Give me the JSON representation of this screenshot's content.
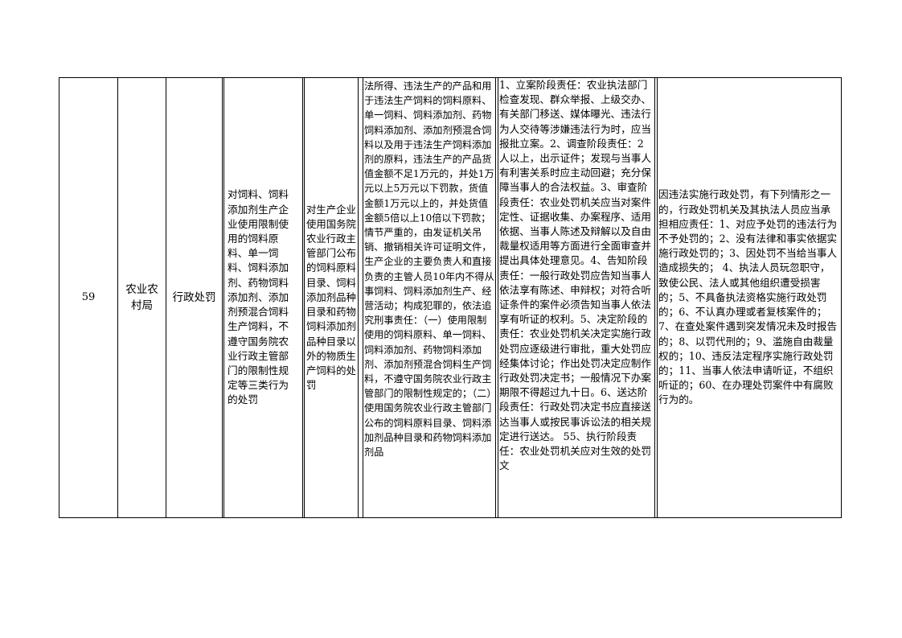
{
  "row": {
    "number": "59",
    "department": "农业农村局",
    "category": "行政处罚",
    "item_name": "对饲料、饲料添加剂生产企业使用限制使用的饲料原料、单一饲料、饲料添加剂、药物饲料添加剂、添加剂预混合饲料生产饲料，不遵守国务院农业行政主管部门的限制性规定等三类行为的处罚",
    "sub_item": "对生产企业使用国务院农业行政主管部门公布的饲料原料目录、饲料添加剂品种目录和药物饲料添加剂品种目录以外的物质生产饲料的处罚",
    "basis": "法所得、违法生产的产品和用于违法生产饲料的饲料原料、单一饲料、饲料添加剂、药物饲料添加剂、添加剂预混合饲料以及用于违法生产饲料添加剂的原料，违法生产的产品货值金额不足1万元的，并处1万元以上5万元以下罚款，货值金额1万元以上的，并处货值金额5倍以上10倍以下罚款；情节严重的，由发证机关吊销、撤销相关许可证明文件，生产企业的主要负责人和直接负责的主管人员10年内不得从事饲料、饲料添加剂生产、经营活动；构成犯罪的，依法追究刑事责任：（一）使用限制使用的饲料原料、单一饲料、饲料添加剂、药物饲料添加剂、添加剂预混合饲料生产饲料，不遵守国务院农业行政主管部门的限制性规定的；（二）使用国务院农业行政主管部门公布的饲料原料目录、饲料添加剂品种目录和药物饲料添加剂品",
    "responsibility": "1、立案阶段责任：农业执法部门检查发现、群众举报、上级交办、有关部门移送、媒体曝光、违法行为人交待等涉嫌违法行为时，应当报批立案。2、调查阶段责任：2人以上，出示证件；发现与当事人有利害关系时应主动回避；充分保障当事人的合法权益。3、审查阶段责任：农业处罚机关应当对案件定性、证据收集、办案程序、适用依据、当事人陈述及辩解以及自由裁量权适用等方面进行全面审查并提出具体处理意见。4、告知阶段责任：一般行政处罚应告知当事人依法享有陈述、申辩权；对符合听证条件的案件必须告知当事人依法享有听证的权利。5、决定阶段的责任：农业处罚机关决定实施行政处罚应逐级进行审批，重大处罚应经集体讨论；作出处罚决定应制作行政处罚决定书；一般情况下办案期限不得超过九十日。6、送达阶段责任：行政处罚决定书应直接送达当事人或按民事诉讼法的相关规定进行送达。 55、执行阶段责任：农业处罚机关应对生效的处罚文",
    "accountability": "因违法实施行政处罚，有下列情形之一的，行政处罚机关及其执法人员应当承担相应责任：1、对应予处罚的违法行为不予处罚的；2、没有法律和事实依据实施行政处罚的；3、因处罚不当给当事人造成损失的； 4、执法人员玩忽职守，致使公民、法人或其他组织遭受损害的；5、不具备执法资格实施行政处罚的；6、不认真办理或者复核案件的；7、在查处案件遇到突发情况未及时报告的；8、以罚代刑的；9、滥施自由裁量权的；10、违反法定程序实施行政处罚的；11、当事人依法申请听证，不组织听证的；60、在办理处罚案件中有腐败行为的。"
  }
}
